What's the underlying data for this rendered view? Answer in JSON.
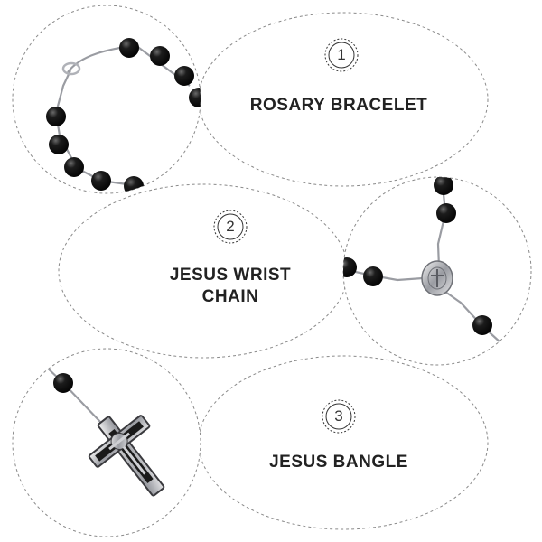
{
  "sections": [
    {
      "number": "1",
      "title": "ROSARY BRACELET"
    },
    {
      "number": "2",
      "title": "JESUS WRIST\nCHAIN"
    },
    {
      "number": "3",
      "title": "JESUS BANGLE"
    }
  ],
  "colors": {
    "dashed_outline": "#888888",
    "bead": "#111111",
    "metal": "#a8aab0",
    "text": "#222222"
  },
  "icons": [
    "rosary-bead-photo",
    "medal-photo",
    "crucifix-photo"
  ]
}
